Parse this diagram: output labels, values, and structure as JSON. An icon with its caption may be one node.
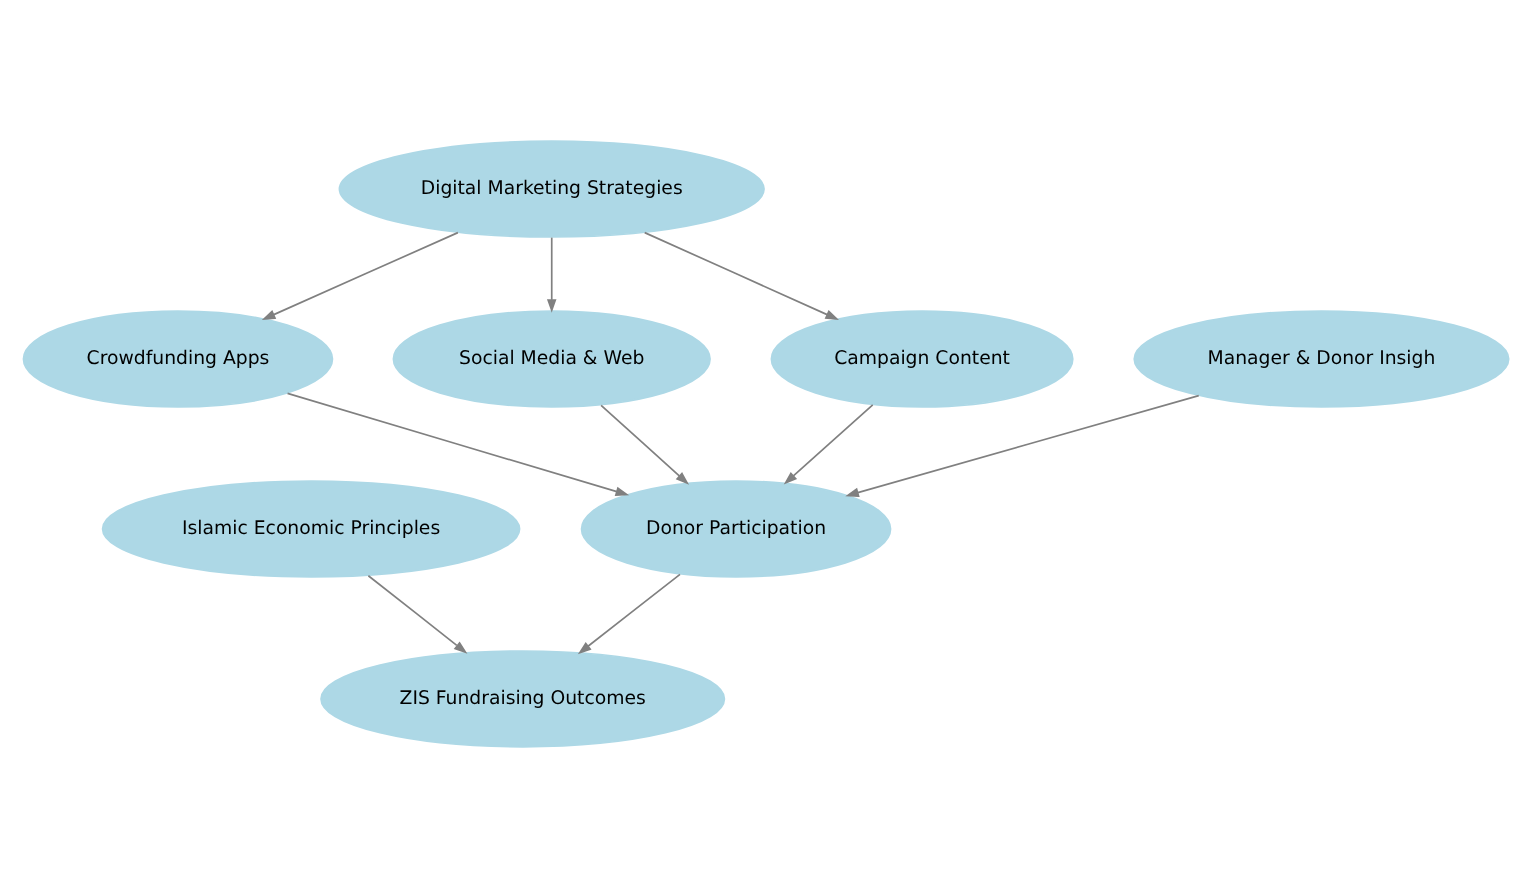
{
  "diagram": {
    "nodes": [
      {
        "text": [
          "Islamic Economic Principles"
        ]
      },
      {
        "text": [
          "Crowdfunding Apps"
        ]
      },
      {
        "text": [
          "ZIS Fundraising Outcomes"
        ]
      },
      {
        "text": [
          "Manager & Donor Insigh"
        ]
      },
      {
        "text": [
          "Digital Marketing Strategies"
        ]
      },
      {
        "text": [
          "Donor Participation"
        ]
      },
      {
        "text": [
          "Social Media & Web"
        ]
      },
      {
        "text": [
          "Campaign Content"
        ]
      }
    ],
    "edges": [
      {
        "from": 0,
        "to": 2,
        "arrow": "to"
      },
      {
        "from": 4,
        "to": 1,
        "arrow": "to"
      },
      {
        "from": 1,
        "to": 5,
        "arrow": "to"
      },
      {
        "from": 5,
        "to": 2,
        "arrow": "to"
      },
      {
        "from": 3,
        "to": 5,
        "arrow": "to"
      },
      {
        "from": 4,
        "to": 6,
        "arrow": "to"
      },
      {
        "from": 4,
        "to": 7,
        "arrow": "to"
      },
      {
        "from": 6,
        "to": 5,
        "arrow": "to"
      },
      {
        "from": 7,
        "to": 5,
        "arrow": "to"
      }
    ]
  }
}
